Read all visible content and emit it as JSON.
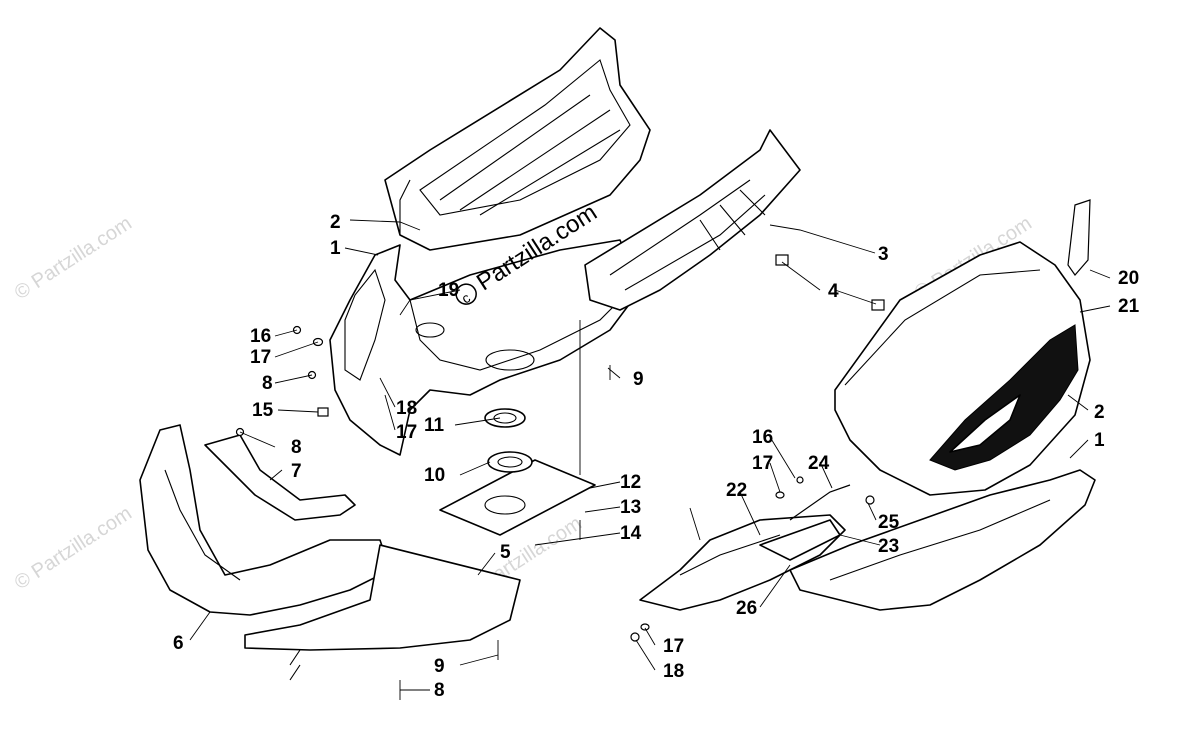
{
  "watermark": {
    "main_text": "Partzilla.com",
    "repeat_text": "Partzilla.com",
    "symbol": "©"
  },
  "callouts": [
    {
      "id": "c2a",
      "label": "2"
    },
    {
      "id": "c1a",
      "label": "1"
    },
    {
      "id": "c19",
      "label": "19"
    },
    {
      "id": "c16a",
      "label": "16"
    },
    {
      "id": "c17a",
      "label": "17"
    },
    {
      "id": "c8a",
      "label": "8"
    },
    {
      "id": "c15",
      "label": "15"
    },
    {
      "id": "c18a",
      "label": "18"
    },
    {
      "id": "c17b",
      "label": "17"
    },
    {
      "id": "c8b",
      "label": "8"
    },
    {
      "id": "c7",
      "label": "7"
    },
    {
      "id": "c11",
      "label": "11"
    },
    {
      "id": "c10",
      "label": "10"
    },
    {
      "id": "c9a",
      "label": "9"
    },
    {
      "id": "c12",
      "label": "12"
    },
    {
      "id": "c13",
      "label": "13"
    },
    {
      "id": "c14",
      "label": "14"
    },
    {
      "id": "c5",
      "label": "5"
    },
    {
      "id": "c6",
      "label": "6"
    },
    {
      "id": "c9b",
      "label": "9"
    },
    {
      "id": "c8c",
      "label": "8"
    },
    {
      "id": "c3",
      "label": "3"
    },
    {
      "id": "c4",
      "label": "4"
    },
    {
      "id": "c20",
      "label": "20"
    },
    {
      "id": "c21",
      "label": "21"
    },
    {
      "id": "c2b",
      "label": "2"
    },
    {
      "id": "c1b",
      "label": "1"
    },
    {
      "id": "c16b",
      "label": "16"
    },
    {
      "id": "c17c",
      "label": "17"
    },
    {
      "id": "c24",
      "label": "24"
    },
    {
      "id": "c22",
      "label": "22"
    },
    {
      "id": "c25",
      "label": "25"
    },
    {
      "id": "c23",
      "label": "23"
    },
    {
      "id": "c26",
      "label": "26"
    },
    {
      "id": "c17d",
      "label": "17"
    },
    {
      "id": "c18b",
      "label": "18"
    }
  ]
}
